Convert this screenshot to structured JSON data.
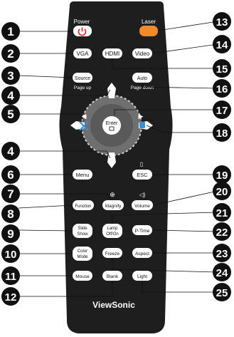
{
  "remote": {
    "brand": "ViewSonic",
    "buttons": {
      "power": "",
      "power_caption": "Power",
      "laser": "",
      "laser_caption": "Laser",
      "vga": "VGA",
      "hdmi": "HDMI",
      "video": "Video",
      "source": "Source",
      "source_caption": "Page up",
      "auto": "Auto",
      "auto_caption": "Page down",
      "enter": "Enter",
      "menu": "Menu",
      "esc": "ESC",
      "function": "Function",
      "magnify": "Magnify",
      "volume": "Volume",
      "lamp_line1": "Lamp",
      "lamp_line2": "Off/On",
      "slide_line1": "Slide",
      "slide_line2": "Show",
      "ptime": "P-Time",
      "color_line1": "Color",
      "color_line2": "Mode",
      "freeze": "Freeze",
      "aspect": "Aspect",
      "mouse": "Mouse",
      "blank": "Blank",
      "light": "Light"
    }
  },
  "callouts_left": [
    "1",
    "2",
    "3",
    "4",
    "5",
    "4",
    "6",
    "7",
    "8",
    "9",
    "10",
    "11",
    "12"
  ],
  "callouts_right": [
    "13",
    "14",
    "15",
    "16",
    "17",
    "18",
    "19",
    "20",
    "21",
    "22",
    "23",
    "24",
    "25"
  ],
  "colors": {
    "body": "#1e1e1e",
    "button": "#ffffff",
    "power_icon": "#d9231f",
    "laser": "#f08a2a",
    "callout": "#111111"
  }
}
